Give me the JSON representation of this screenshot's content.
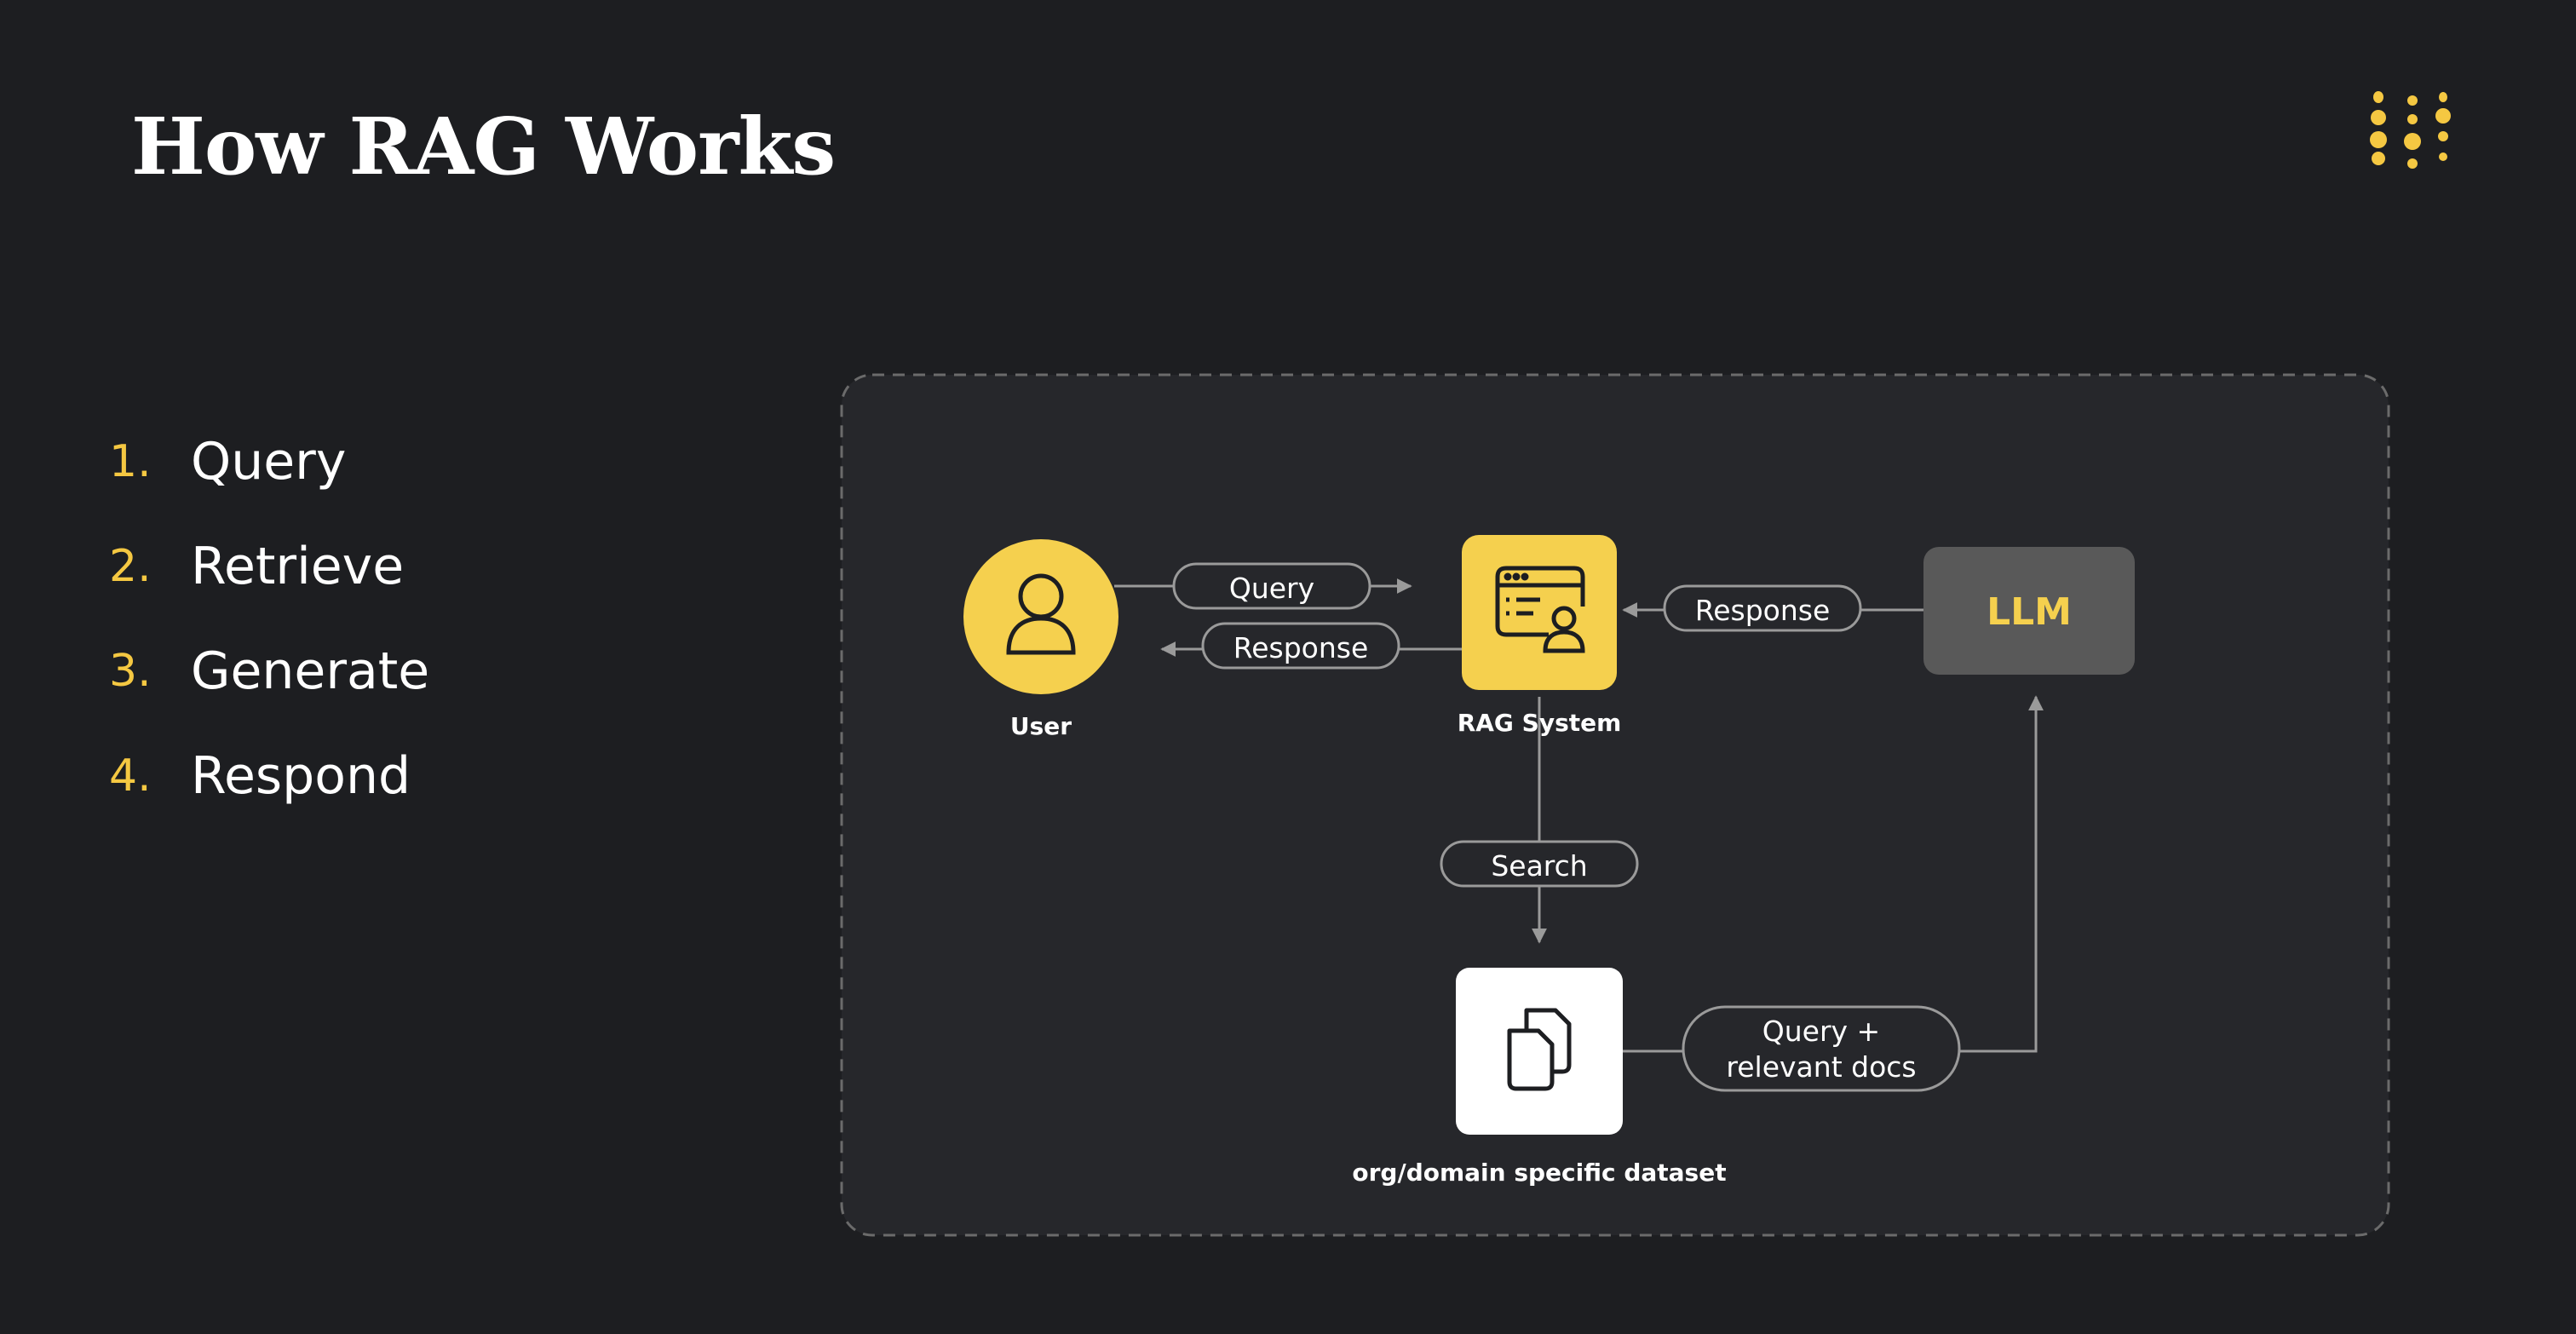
{
  "slide": {
    "title": "How RAG Works"
  },
  "steps": [
    {
      "number": "1.",
      "label": "Query"
    },
    {
      "number": "2.",
      "label": "Retrieve"
    },
    {
      "number": "3.",
      "label": "Generate"
    },
    {
      "number": "4.",
      "label": "Respond"
    }
  ],
  "diagram": {
    "nodes": {
      "user": {
        "label": "User",
        "icon": "user-icon"
      },
      "rag": {
        "label": "RAG System",
        "icon": "rag-system-icon"
      },
      "llm": {
        "label": "LLM"
      },
      "dataset": {
        "label": "org/domain specific dataset",
        "icon": "documents-icon"
      }
    },
    "edges": {
      "user_query": "Query",
      "rag_response": "Response",
      "llm_response": "Response",
      "search": "Search",
      "docs_line1": "Query +",
      "docs_line2": "relevant docs"
    }
  },
  "colors": {
    "background": "#1d1e21",
    "panel": "#26272b",
    "accent": "#f5d04e",
    "llm_box": "#595959",
    "text": "#ffffff"
  }
}
